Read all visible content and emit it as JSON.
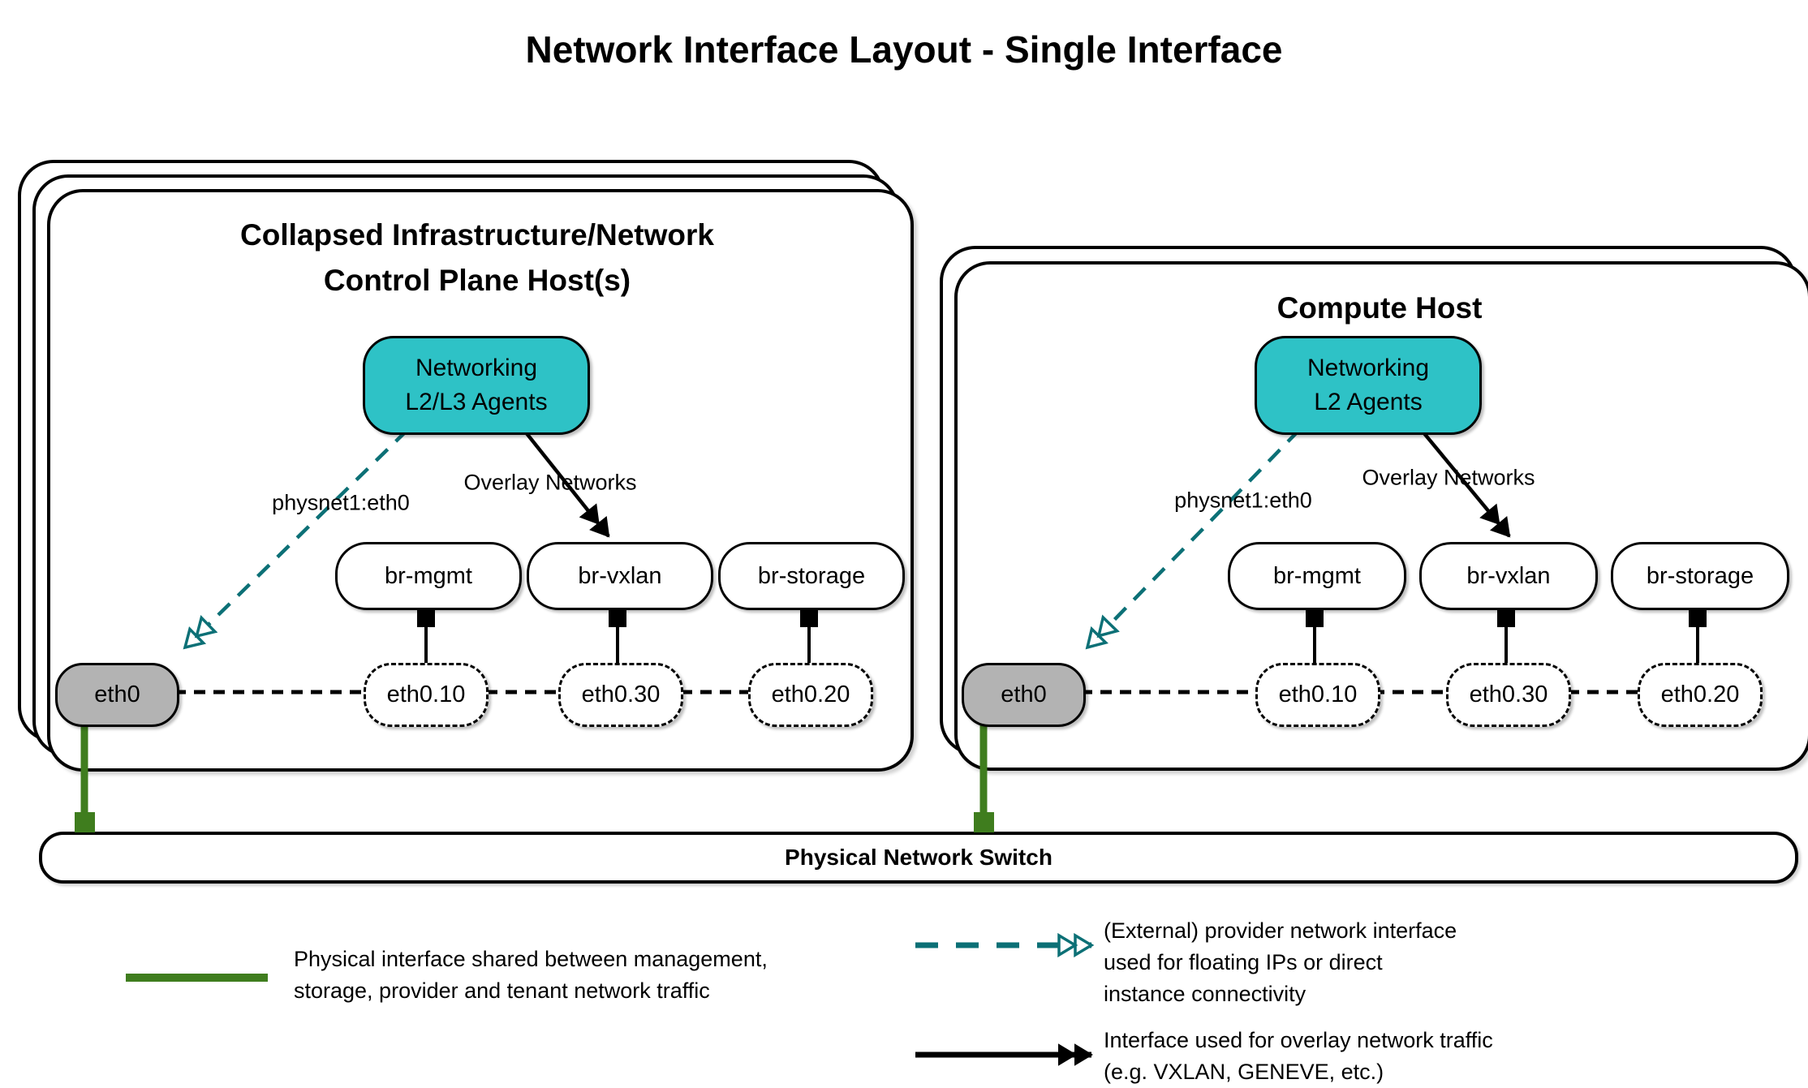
{
  "title": "Network Interface Layout - Single Interface",
  "hosts": [
    {
      "title_line1": "Collapsed Infrastructure/Network",
      "title_line2": "Control Plane Host(s)",
      "agent_line1": "Networking",
      "agent_line2": "L2/L3 Agents",
      "provider_label": "physnet1:eth0",
      "overlay_label": "Overlay Networks",
      "bridges": [
        "br-mgmt",
        "br-vxlan",
        "br-storage"
      ],
      "interfaces": [
        "eth0",
        "eth0.10",
        "eth0.30",
        "eth0.20"
      ]
    },
    {
      "title_line1": "Compute Host",
      "title_line2": "",
      "agent_line1": "Networking",
      "agent_line2": "L2 Agents",
      "provider_label": "physnet1:eth0",
      "overlay_label": "Overlay Networks",
      "bridges": [
        "br-mgmt",
        "br-vxlan",
        "br-storage"
      ],
      "interfaces": [
        "eth0",
        "eth0.10",
        "eth0.30",
        "eth0.20"
      ]
    }
  ],
  "switch": {
    "label": "Physical Network Switch"
  },
  "legend": [
    {
      "swatch": "green-solid-line",
      "lines": [
        "Physical interface shared between management,",
        "storage, provider and tenant network traffic"
      ]
    },
    {
      "swatch": "teal-dashed-double-arrow",
      "lines": [
        "(External) provider network interface",
        "used for floating IPs or direct",
        "instance connectivity"
      ]
    },
    {
      "swatch": "black-solid-double-arrow",
      "lines": [
        "Interface used for overlay network traffic",
        "(e.g. VXLAN, GENEVE, etc.)"
      ]
    }
  ],
  "colors": {
    "teal_fill": "#2ec2c6",
    "teal_stroke": "#0c7076",
    "green": "#3f7d1e",
    "gray_fill": "#b3b3b3",
    "black": "#000000"
  }
}
